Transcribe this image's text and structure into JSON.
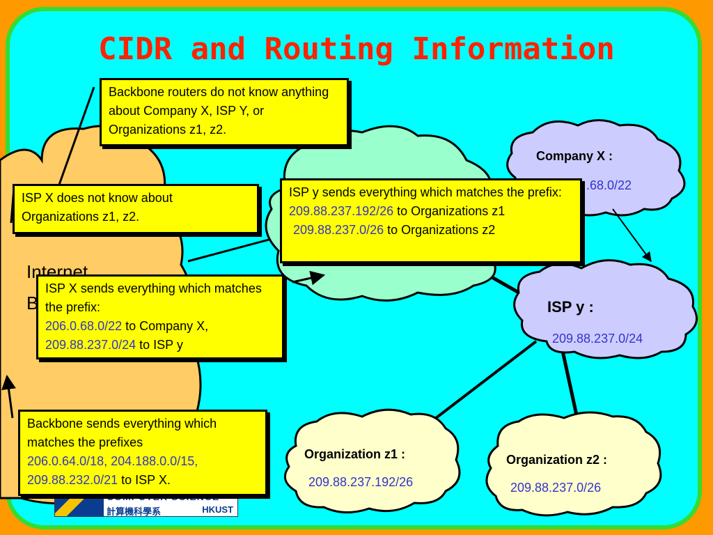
{
  "title": "CIDR and Routing Information",
  "colors": {
    "background": "#ff9900",
    "panel": "#00ffff",
    "panel_border": "#33dd33",
    "title": "#ff2200",
    "note_fill": "#ffff00",
    "prefix_text": "#3333cc",
    "backbone_cloud": "#ffcc66",
    "isp_x_cloud": "#99ffcc",
    "org_cloud": "#ffffcc",
    "company_cloud": "#ccccff"
  },
  "clouds": {
    "backbone": {
      "label_partial_1": "Internet",
      "label_partial_2": "B"
    },
    "company_x": {
      "name": "Company X :",
      "prefix_partial": ".68.0/22"
    },
    "isp_y": {
      "name": "ISP y :",
      "prefix": "209.88.237.0/24"
    },
    "org_z1": {
      "name": "Organization z1 :",
      "prefix": "209.88.237.192/26"
    },
    "org_z2": {
      "name": "Organization z2 :",
      "prefix": "209.88.237.0/26"
    }
  },
  "notes": {
    "backbone_routers": {
      "text": "Backbone routers do not know anything about Company X, ISP Y, or Organizations z1, z2."
    },
    "isp_x_unknown": {
      "text": "ISP X does not know about Organizations z1, z2."
    },
    "isp_y_sends": {
      "intro": "ISP y sends everything which matches the prefix:",
      "line1_prefix": "209.88.237.192/26",
      "line1_rest": " to Organizations z1",
      "line2_prefix": "209.88.237.0/26",
      "line2_rest": " to Organizations z2"
    },
    "isp_x_sends": {
      "intro": "ISP X sends everything which matches the prefix:",
      "line1_prefix": "206.0.68.0/22",
      "line1_rest": "  to Company X,",
      "line2_prefix": "209.88.237.0/24",
      "line2_rest": " to ISP y"
    },
    "backbone_sends": {
      "intro": "Backbone sends everything which matches the prefixes",
      "line1_prefix": "206.0.64.0/18, 204.188.0.0/15,",
      "line2_prefix": "209.88.232.0/21",
      "line2_rest": " to ISP X."
    }
  },
  "logo": {
    "line1": "COMPUTER SCIENCE",
    "line2": "計算機科學系",
    "line3": "HKUST"
  }
}
